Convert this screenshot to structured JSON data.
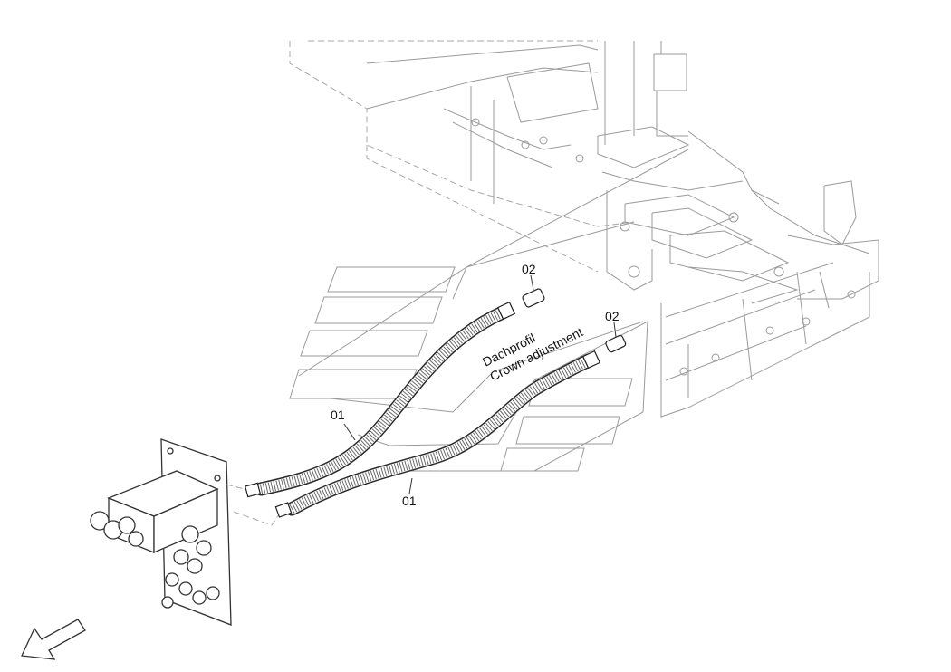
{
  "callouts": {
    "hose_upper": "01",
    "hose_lower": "01",
    "fitting_upper": "02",
    "fitting_lower": "02"
  },
  "label": {
    "line1": "Dachprofil",
    "line2": "Crown adjustment"
  },
  "icons": {
    "direction_arrow": "arrow-down-left-icon"
  }
}
